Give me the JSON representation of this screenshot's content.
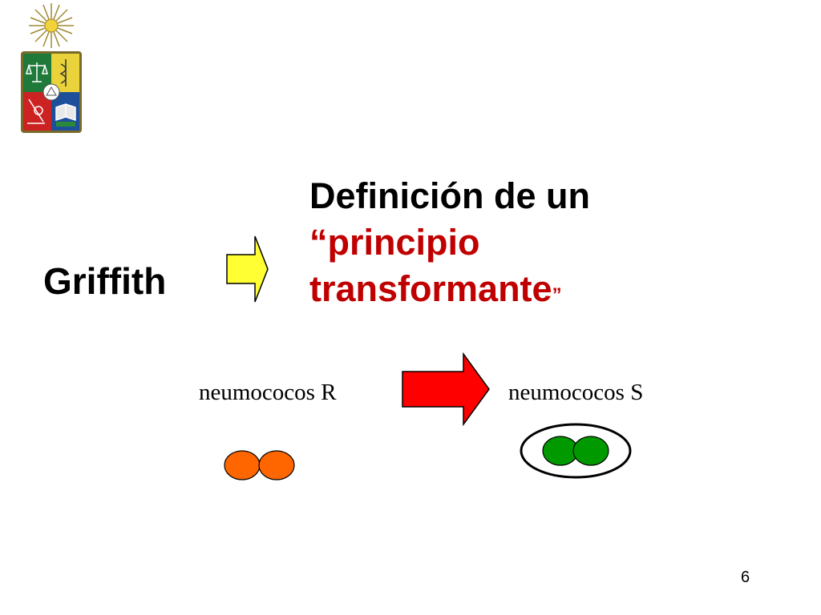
{
  "logo": {
    "icon": "university-crest-icon"
  },
  "left_label": "Griffith",
  "definition": {
    "line1": "Definición de un",
    "line2": "“principio",
    "line3": "transformante",
    "closing_quote": "”"
  },
  "transformation": {
    "from_label": "neumococos R",
    "to_label": "neumococos S"
  },
  "page_number": "6",
  "colors": {
    "definition_highlight": "#c00000",
    "yellow_arrow": "#ffff33",
    "red_arrow": "#ff0000",
    "cell_r": "#ff6600",
    "cell_s": "#009900"
  }
}
